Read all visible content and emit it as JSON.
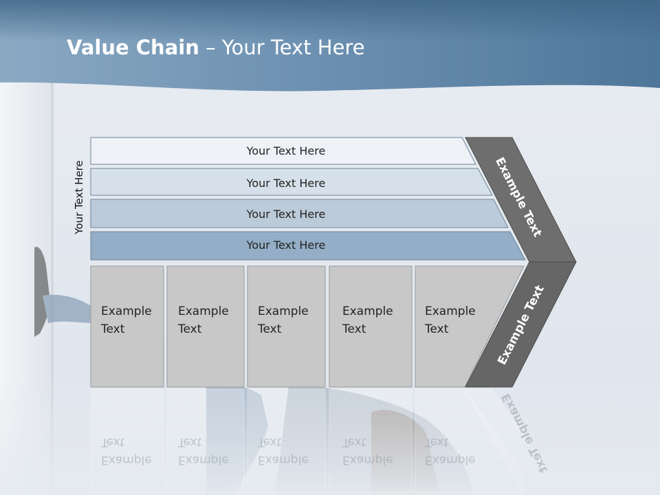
{
  "slide": {
    "title_bold": "Value Chain",
    "title_rest": " – Your Text Here",
    "side_label": "Your Text Here"
  },
  "bars": [
    {
      "label": "Your Text Here"
    },
    {
      "label": "Your Text Here"
    },
    {
      "label": "Your Text Here"
    },
    {
      "label": "Your Text Here"
    }
  ],
  "cards": [
    {
      "label": "Example\nText"
    },
    {
      "label": "Example\nText"
    },
    {
      "label": "Example\nText"
    },
    {
      "label": "Example\nText"
    },
    {
      "label": "Example\nText"
    }
  ],
  "chevron": {
    "upper_label": "Example Text",
    "lower_label": "Example Text"
  },
  "colors": {
    "header_blue": "#4d7396",
    "bar_1": "#eef2f7",
    "bar_2": "#d6e0ea",
    "bar_3": "#bccbd9",
    "bar_4": "#93aec6",
    "card_fill": "#c8c8c8",
    "chevron_fill": "#6e6e6e"
  }
}
